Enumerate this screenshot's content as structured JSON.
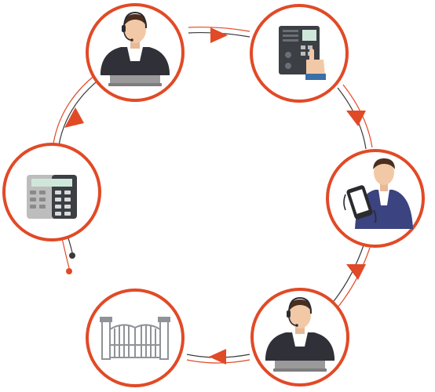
{
  "colors": {
    "ring": "#e14a26",
    "line_dark": "#3a3a3a",
    "line_accent": "#e14a26",
    "skin": "#f2c9a6",
    "hair": "#4a2e1f",
    "jacket": "#2f3038",
    "jacket_blue": "#3b4380",
    "shirt": "#ffffff",
    "laptop": "#9a9a9a",
    "device_dark": "#3c3f44",
    "screen_green": "#cfe7da",
    "key_grey": "#bdbdbd",
    "gate": "#8f9398",
    "phone": "#2b2b2f"
  },
  "diagram": {
    "nodes": [
      {
        "id": "operator-top",
        "icon": "headset-operator-icon"
      },
      {
        "id": "intercom-panel",
        "icon": "intercom-keypad-icon"
      },
      {
        "id": "phone-user",
        "icon": "smartphone-user-icon"
      },
      {
        "id": "operator-bottom",
        "icon": "headset-operator-icon"
      },
      {
        "id": "gate",
        "icon": "gate-icon"
      },
      {
        "id": "alarm-keypad",
        "icon": "alarm-keypad-icon"
      }
    ],
    "flow": "clockwise"
  }
}
